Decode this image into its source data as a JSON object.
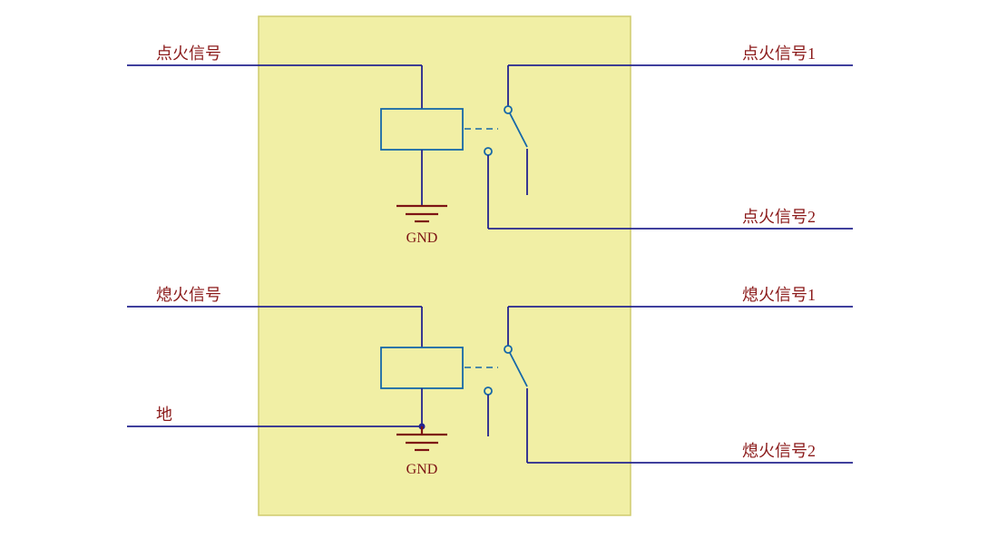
{
  "diagram": {
    "title": "dual-relay-ignition-schematic",
    "labels": {
      "ignition_in": "点火信号",
      "ignition_out1": "点火信号1",
      "ignition_out2": "点火信号2",
      "flameout_in": "熄火信号",
      "ground_in": "地",
      "flameout_out1": "熄火信号1",
      "flameout_out2": "熄火信号2",
      "gnd": "GND"
    }
  },
  "colors": {
    "background": "#ffffff",
    "block-fill": "#f1efa5",
    "block-border": "#cfcb6e",
    "wire": "#24248f",
    "symbol": "#1668a8",
    "label": "#8b1a1a",
    "ground": "#7d1414"
  }
}
